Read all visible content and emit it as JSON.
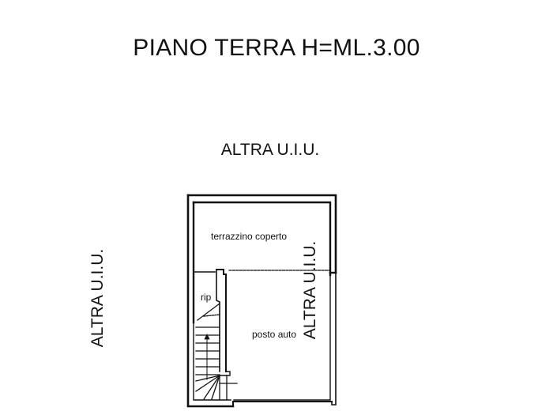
{
  "title": "PIANO TERRA H=ML.3.00",
  "neighbors": {
    "top": "ALTRA U.I.U.",
    "left": "ALTRA U.I.U.",
    "right": "ALTRA U.I.U."
  },
  "rooms": [
    {
      "id": "terrace",
      "label": "terrazzino coperto"
    },
    {
      "id": "storage",
      "label": "rip"
    },
    {
      "id": "parking",
      "label": "posto auto"
    }
  ],
  "colors": {
    "line": "#111111",
    "background": "#ffffff"
  }
}
